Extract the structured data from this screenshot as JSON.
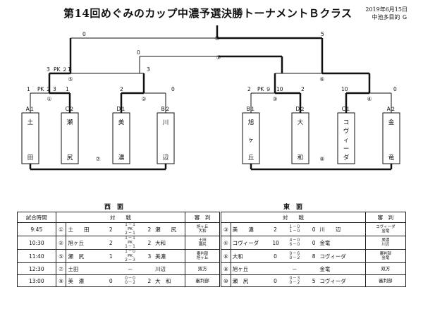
{
  "title": "第14回めぐみのカップ中濃予選決勝トーナメントＢクラス",
  "date": "2019年6月15日",
  "venue": "中池多目的 Ｇ",
  "matches": {
    "m1": "①",
    "m2": "②",
    "m3": "③",
    "m4": "④",
    "m5": "⑤",
    "m6": "⑥",
    "m7": "⑦",
    "m8": "⑧",
    "m9": "⑨",
    "m10": "⑩"
  },
  "teams": [
    {
      "code": "A１",
      "name": "土田"
    },
    {
      "code": "C２",
      "name": "瀬尻"
    },
    {
      "code": "D１",
      "name": "美濃"
    },
    {
      "code": "B２",
      "name": "川辺"
    },
    {
      "code": "B１",
      "name": "旭ヶ丘"
    },
    {
      "code": "D２",
      "name": "大和"
    },
    {
      "code": "C１",
      "name": "コヴィーダ"
    },
    {
      "code": "A２",
      "name": "金竜"
    }
  ],
  "scores": {
    "m1_left": "1",
    "m1_pk": "PK ２",
    "m1_right": "3",
    "m1_right2": "1",
    "m2_left": "2",
    "m2_right": "0",
    "m3_left": "2",
    "m3_pk": "PK ９",
    "m3_right": "10",
    "m3_right2": "2",
    "m4_left": "10",
    "m4_right": "0",
    "m5_left": "3",
    "m5_pk": "PK ２",
    "m5_right": "1",
    "m5_right2": "3",
    "m9_left": "0",
    "m10_left": "0",
    "m10_right": "5"
  },
  "schedule": {
    "west_label": "西　面",
    "east_label": "東　面",
    "headers": {
      "time": "試合時間",
      "match": "対　　戦",
      "ref": "審　判"
    },
    "rows": [
      {
        "time": "9:45",
        "w_no": "①",
        "w_a": "土　　田",
        "w_sa": "2",
        "w_pk": "１－１\nPK\n２－１",
        "w_sb": "2",
        "w_b": "瀬　　尻",
        "w_ref": "旭ヶ丘\n大和",
        "e_no": "③",
        "e_a": "美　　濃",
        "e_sa": "2",
        "e_pk": "１－０\n１－０",
        "e_sb": "0",
        "e_b": "川　　辺",
        "e_ref": "コヴィーダ\n金竜"
      },
      {
        "time": "10:30",
        "w_no": "②",
        "w_a": "旭ヶ丘",
        "w_sa": "2",
        "w_pk": "１－１\nPK\n１－１",
        "w_sb": "2",
        "w_b": "大和",
        "w_ref": "土田\n瀬尻",
        "e_no": "④",
        "e_a": "コヴィーダ",
        "e_sa": "10",
        "e_pk": "４－０\n６－０",
        "e_sb": "0",
        "e_b": "金竜",
        "e_ref": "美濃\n川辺"
      },
      {
        "time": "11:40",
        "w_no": "⑤",
        "w_a": "瀬　尻",
        "w_sa": "1",
        "w_pk": "１－０\nPK\n２－３",
        "w_sb": "3",
        "w_b": "美濃",
        "w_ref": "審判部\n旭ヶ丘",
        "e_no": "⑥",
        "e_a": "大和",
        "e_sa": "0",
        "e_pk": "０－６\n０－２",
        "e_sb": "8",
        "e_b": "コヴィーダ",
        "e_ref": "審判部\n金竜"
      },
      {
        "time": "12:30",
        "w_no": "⑦",
        "w_a": "土田",
        "w_sa": "",
        "w_pk": "－",
        "w_sb": "",
        "w_b": "川辺",
        "w_ref": "双方",
        "e_no": "⑧",
        "e_a": "旭ヶ丘",
        "e_sa": "",
        "e_pk": "－",
        "e_sb": "",
        "e_b": "金竜",
        "e_ref": "双方"
      },
      {
        "time": "13:00",
        "w_no": "⑨",
        "w_a": "美　濃",
        "w_sa": "0",
        "w_pk": "０－０\n０－２",
        "w_sb": "2",
        "w_b": "大　和",
        "w_ref": "審判部",
        "e_no": "⑩",
        "e_a": "瀬　尻",
        "e_sa": "0",
        "e_pk": "０－３\n０－２",
        "e_sb": "5",
        "e_b": "コヴィーダ",
        "e_ref": "審判部"
      }
    ]
  }
}
